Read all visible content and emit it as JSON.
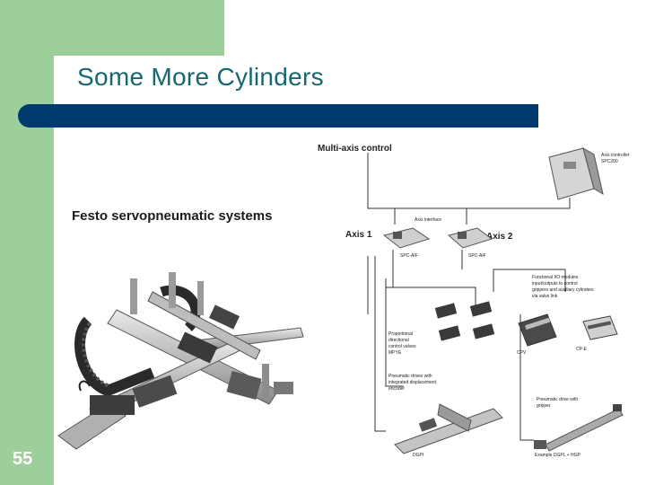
{
  "slide": {
    "title": "Some More Cylinders",
    "number": "55",
    "caption": "Festo servopneumatic systems"
  },
  "diagram": {
    "multi_axis_control": "Multi-axis control",
    "axis_controller": "Axis controller",
    "axis_controller_model": "SPC200",
    "axis_interface": "Axis interface",
    "axis1": "Axis 1",
    "axis2": "Axis 2",
    "spc_aif_left": "SPC-AIF",
    "spc_aif_right": "SPC-AIF",
    "functional_io_1": "Functional I/O modules",
    "functional_io_2": "input/outputs to control",
    "functional_io_3": "grippers and auxiliary cylinders",
    "functional_io_4": "via valve link",
    "proportional_1": "Proportional",
    "proportional_2": "directional",
    "proportional_3": "control valves",
    "proportional_4": "MPYE",
    "cpv": "CPV",
    "cpe": "CP-E",
    "pneumatic_drives_1": "Pneumatic drives with",
    "pneumatic_drives_2": "integrated displacement",
    "pneumatic_drives_3": "encoder",
    "pneumatic_gripper_1": "Pneumatic drive with",
    "pneumatic_gripper_2": "gripper",
    "dgpi": "DGPI",
    "example": "Example DGPL + HGP"
  },
  "colors": {
    "green": "#9dcf9a",
    "title": "#17676f",
    "bar": "#003a6e"
  }
}
